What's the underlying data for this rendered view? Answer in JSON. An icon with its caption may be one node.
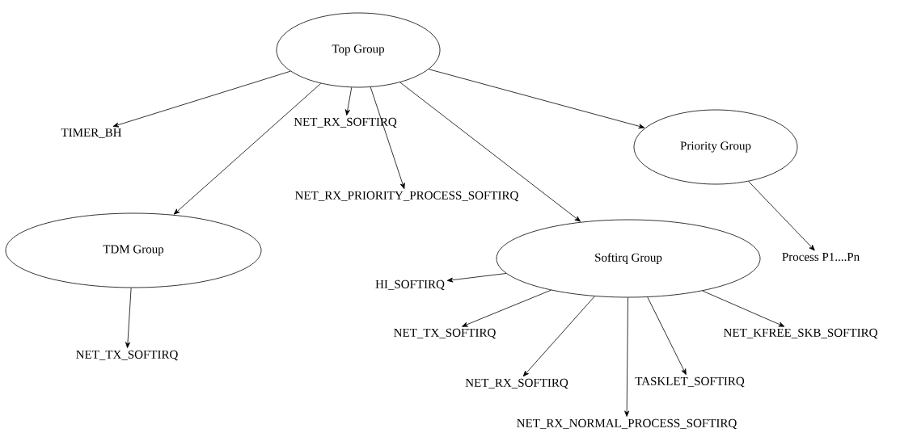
{
  "diagram": {
    "nodes": [
      {
        "text": [
          "Top Group"
        ]
      },
      {
        "text": [
          "TIMER_BH"
        ]
      },
      {
        "text": [
          "NET_RX_SOFTIRQ"
        ]
      },
      {
        "text": [
          "NET_RX_PRIORITY_PROCESS_SOFTIRQ"
        ]
      },
      {
        "text": [
          "Priority Group"
        ]
      },
      {
        "text": [
          "TDM Group"
        ]
      },
      {
        "text": [
          "Softirq Group"
        ]
      },
      {
        "text": [
          "Process P1....Pn"
        ]
      },
      {
        "text": [
          "NET_TX_SOFTIRQ"
        ]
      },
      {
        "text": [
          "HI_SOFTIRQ"
        ]
      },
      {
        "text": [
          "NET_TX_SOFTIRQ"
        ]
      },
      {
        "text": [
          "NET_RX_SOFTIRQ"
        ]
      },
      {
        "text": [
          "TASKLET_SOFTIRQ"
        ]
      },
      {
        "text": [
          "NET_KFREE_SKB_SOFTIRQ"
        ]
      },
      {
        "text": [
          "NET_RX_NORMAL_PROCESS_SOFTIRQ"
        ]
      }
    ],
    "edges": [
      {
        "from": 0,
        "to": 1,
        "arrow": "to"
      },
      {
        "from": 0,
        "to": 5,
        "arrow": "to"
      },
      {
        "from": 0,
        "to": 2,
        "arrow": "to"
      },
      {
        "from": 0,
        "to": 3,
        "arrow": "to"
      },
      {
        "from": 0,
        "to": 6,
        "arrow": "to"
      },
      {
        "from": 0,
        "to": 4,
        "arrow": "to"
      },
      {
        "from": 4,
        "to": 7,
        "arrow": "to"
      },
      {
        "from": 5,
        "to": 8,
        "arrow": "to"
      },
      {
        "from": 6,
        "to": 9,
        "arrow": "to"
      },
      {
        "from": 6,
        "to": 10,
        "arrow": "to"
      },
      {
        "from": 6,
        "to": 11,
        "arrow": "to"
      },
      {
        "from": 6,
        "to": 14,
        "arrow": "to"
      },
      {
        "from": 6,
        "to": 12,
        "arrow": "to"
      },
      {
        "from": 6,
        "to": 13,
        "arrow": "to"
      }
    ]
  }
}
